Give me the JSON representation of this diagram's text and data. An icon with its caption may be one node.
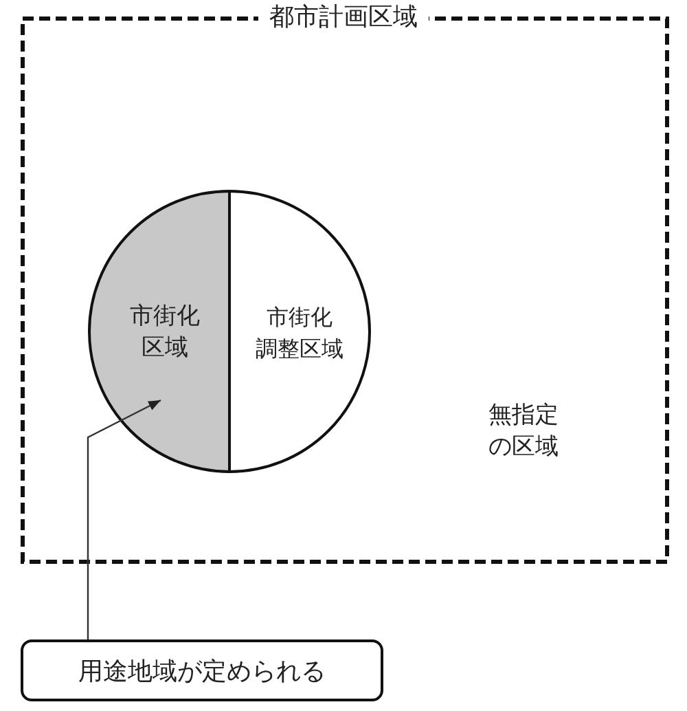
{
  "diagram": {
    "nodes": [
      {
        "text": [
          "都市計画区域",
          "無指定の区域"
        ]
      },
      {
        "text": [
          "市街化区域"
        ],
        "in": 0
      },
      {
        "text": [
          "市街化調整区域"
        ],
        "in": 0
      },
      {
        "text": [
          "用途地域が定められる"
        ]
      }
    ],
    "edges": [
      {
        "from": 3,
        "to": 1,
        "arrow": "to"
      }
    ]
  }
}
